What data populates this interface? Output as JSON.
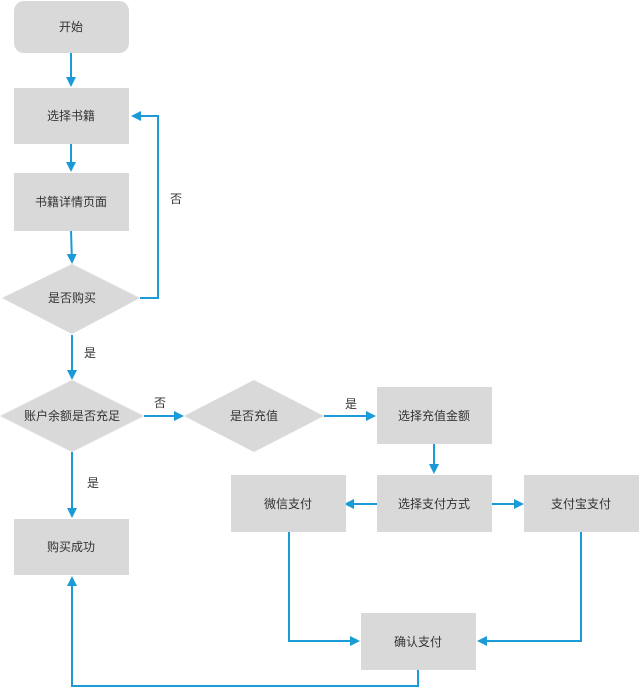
{
  "colors": {
    "node_fill": "#d9d9d9",
    "edge": "#1a9bd7",
    "text": "#333333",
    "background": "#ffffff"
  },
  "nodes": {
    "start": "开始",
    "select_book": "选择书籍",
    "book_detail": "书籍详情页面",
    "buy_decision": "是否购买",
    "balance_check": "账户余额是否充足",
    "recharge_decision": "是否充值",
    "choose_amount": "选择充值金额",
    "choose_method": "选择支付方式",
    "wechat_pay": "微信支付",
    "alipay": "支付宝支付",
    "confirm_pay": "确认支付",
    "purchase_success": "购买成功"
  },
  "edge_labels": {
    "buy_no": "否",
    "buy_yes": "是",
    "balance_no": "否",
    "balance_yes": "是",
    "recharge_yes": "是"
  }
}
